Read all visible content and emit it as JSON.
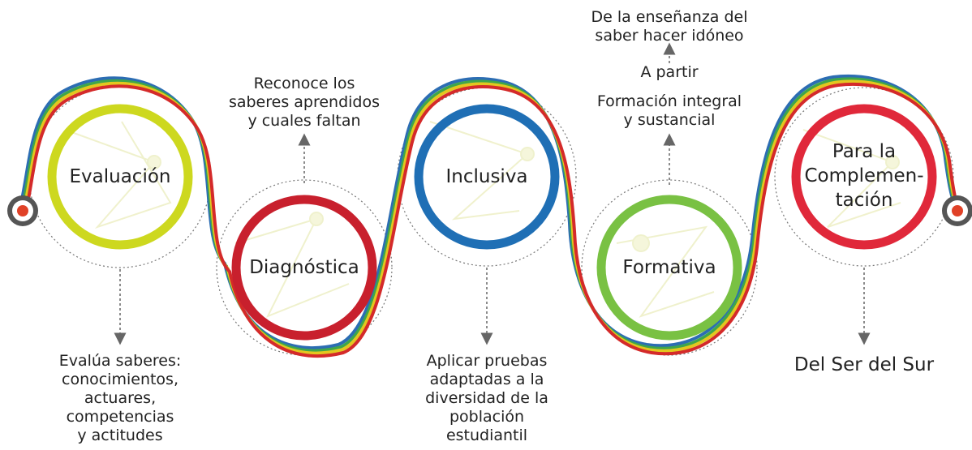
{
  "stages": [
    {
      "label": "Evaluación",
      "color": "#cdd81f"
    },
    {
      "label": "Diagnóstica",
      "color": "#c8202d"
    },
    {
      "label": "Inclusiva",
      "color": "#1f6fb5"
    },
    {
      "label": "Formativa",
      "color": "#79c143"
    },
    {
      "label": "Para la\nComplemen-\ntación",
      "color": "#e0283a"
    }
  ],
  "annotations": {
    "evaluacion": "Evalúa saberes:\nconocimientos,\nactuares,\ncompetencias\ny actitudes",
    "diagnostica": "Reconoce los\nsaberes aprendidos\ny cuales faltan",
    "inclusiva": "Aplicar pruebas\nadaptadas a la\ndiversidad de la\npoblación\nestudiantil",
    "formativa_1": "Formación integral\ny sustancial",
    "formativa_2": "A partir",
    "formativa_3": "De la enseñanza del\nsaber hacer idóneo",
    "complementacion": "Del Ser del Sur"
  },
  "colors": {
    "cable_red": "#d42a2a",
    "cable_yellow": "#e3c71f",
    "cable_blue": "#2c6db3",
    "cable_green": "#3fa64a",
    "endpoint_ring": "#555555",
    "endpoint_dot": "#e04127",
    "arrow": "#666666"
  }
}
